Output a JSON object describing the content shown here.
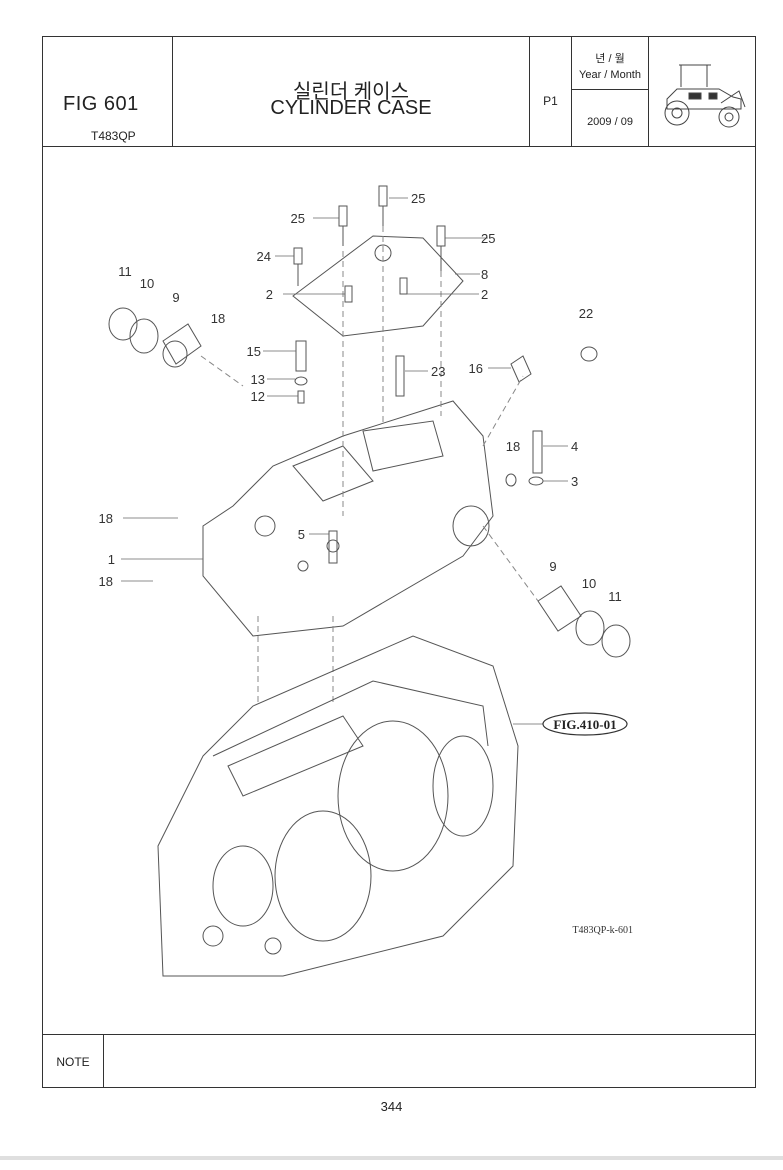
{
  "header": {
    "fig_number": "FIG 601",
    "model": "T483QP",
    "title_korean": "실린더 케이스",
    "title_english": "CYLINDER CASE",
    "page_code": "P1",
    "year_month_korean": "년 / 월",
    "year_month_english": "Year / Month",
    "date": "2009 / 09"
  },
  "diagram": {
    "callouts": [
      "1",
      "2",
      "2",
      "3",
      "4",
      "5",
      "8",
      "9",
      "9",
      "10",
      "10",
      "11",
      "11",
      "12",
      "13",
      "15",
      "16",
      "18",
      "18",
      "18",
      "18",
      "22",
      "23",
      "24",
      "25",
      "25",
      "25"
    ],
    "reference": "FIG.410-01",
    "drawing_code": "T483QP-k-601"
  },
  "note": {
    "label": "NOTE"
  },
  "footer": {
    "page_number": "344"
  }
}
